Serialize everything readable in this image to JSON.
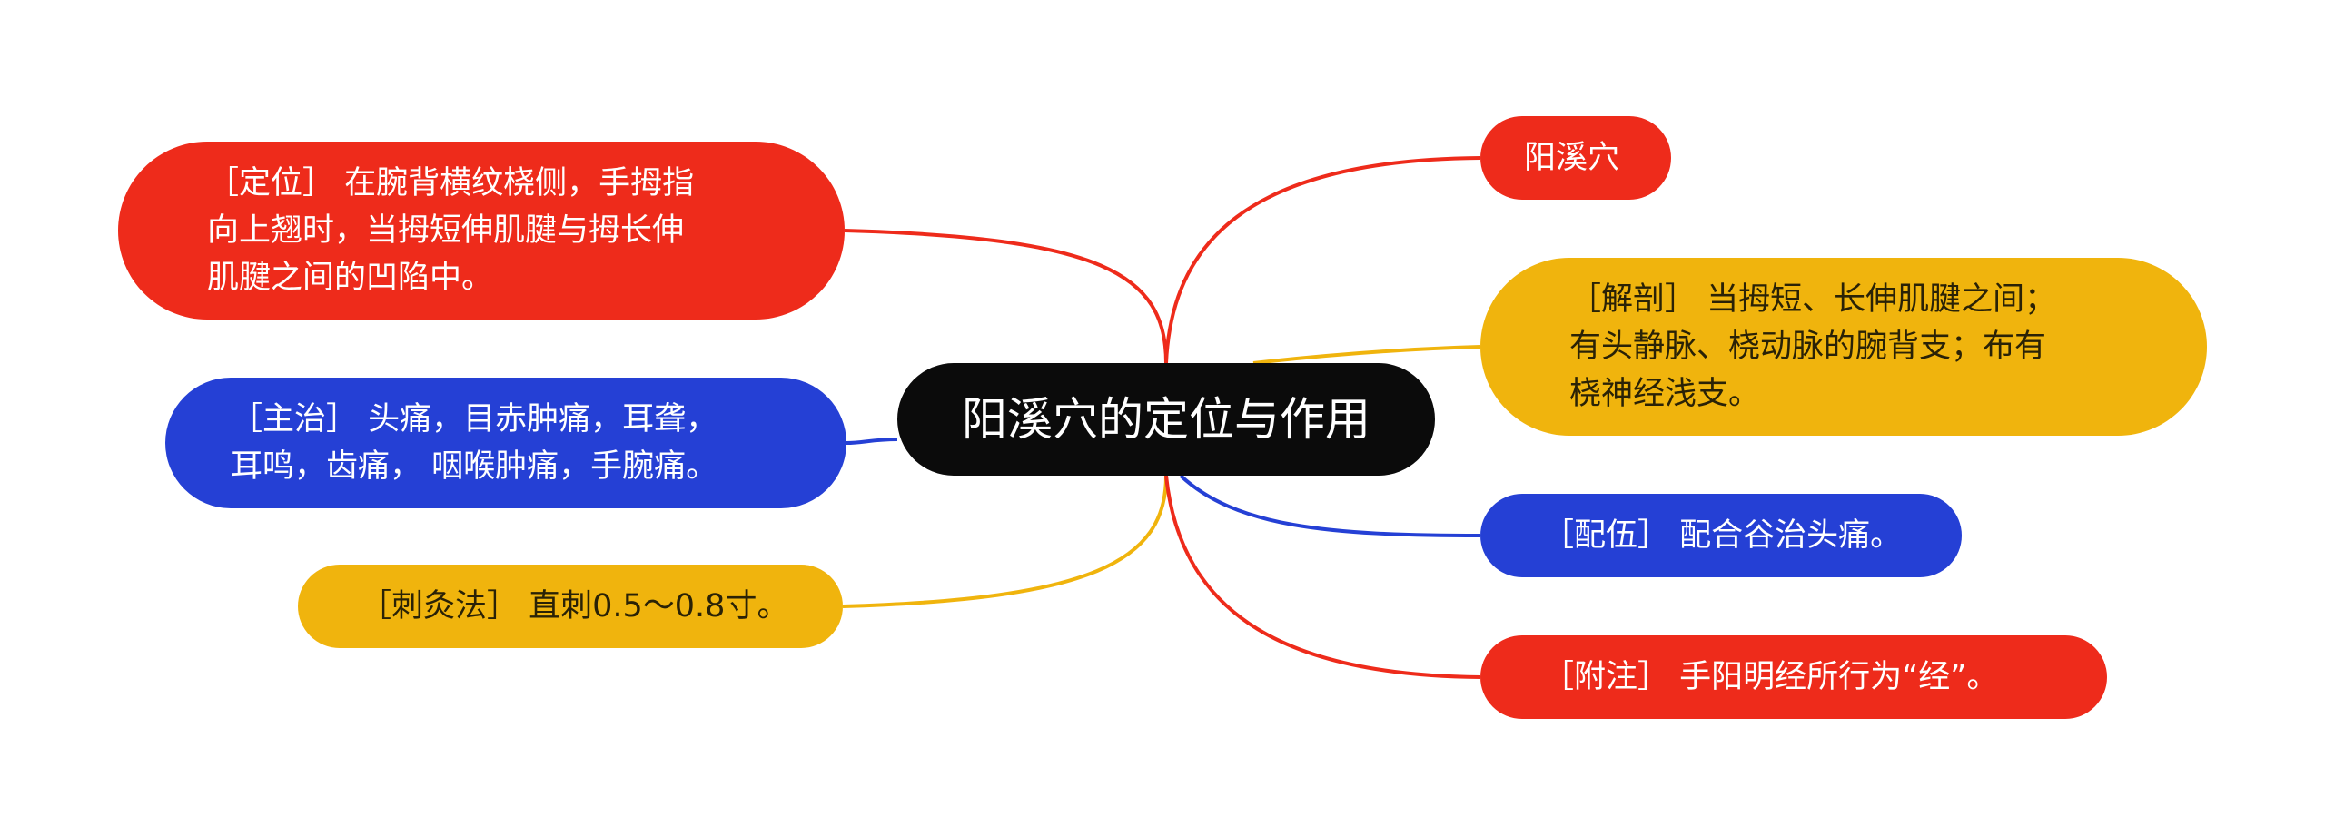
{
  "central_topic": {
    "label": "阳溪穴的定位与作用",
    "color": "#0b0b0b"
  },
  "branches": [
    {
      "id": "dingwei",
      "side": "left",
      "color": "#ee2b1b",
      "text": "［定位］ 在腕背横纹桡侧，手拇指\n向上翘时，当拇短伸肌腱与拇长伸\n肌腱之间的凹陷中。"
    },
    {
      "id": "zhuzhi",
      "side": "left",
      "color": "#2540d5",
      "text": "［主治］ 头痛，目赤肿痛，耳聋，\n耳鸣，齿痛， 咽喉肿痛，手腕痛。"
    },
    {
      "id": "cijiu",
      "side": "left",
      "color": "#f0b40d",
      "text": "［刺灸法］ 直刺0.5～0.8寸。"
    },
    {
      "id": "yangxi",
      "side": "right",
      "color": "#ee2b1b",
      "text": "阳溪穴"
    },
    {
      "id": "jiepou",
      "side": "right",
      "color": "#f0b40d",
      "text": "［解剖］ 当拇短、长伸肌腱之间；\n有头静脉、桡动脉的腕背支；布有\n桡神经浅支。"
    },
    {
      "id": "peiwu",
      "side": "right",
      "color": "#2540d5",
      "text": "［配伍］ 配合谷治头痛。"
    },
    {
      "id": "fuzhu",
      "side": "right",
      "color": "#ee2b1b",
      "text": "［附注］ 手阳明经所行为“经”。"
    }
  ]
}
